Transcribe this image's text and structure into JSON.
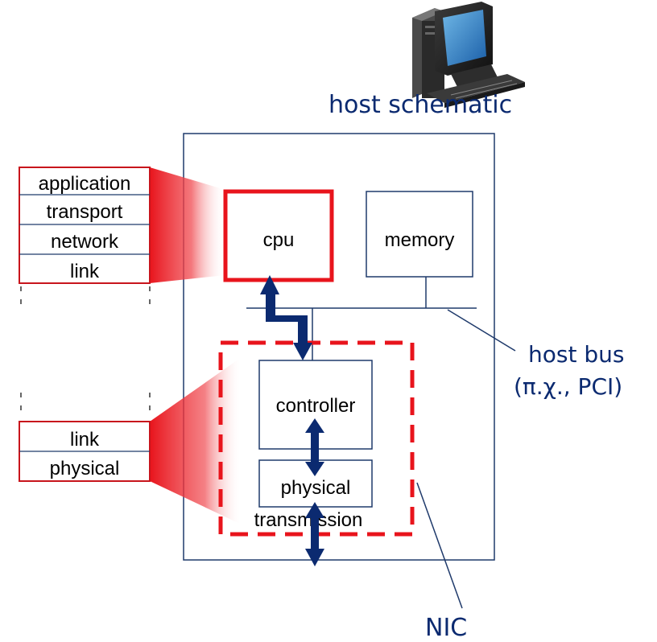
{
  "caption": "host schematic",
  "components": {
    "cpu": "cpu",
    "memory": "memory",
    "controller": "controller",
    "physical": "physical",
    "transmission": "transmission"
  },
  "stack_upper": [
    "application",
    "transport",
    "network",
    "link"
  ],
  "stack_lower": [
    "link",
    "physical"
  ],
  "bus_label_line1": "host bus",
  "bus_label_line2": "(π.χ., PCI)",
  "nic_label": "NIC",
  "colors": {
    "accent_red": "#e8141c",
    "navy": "#0b2a70",
    "outline": "#1f3a6b"
  },
  "icons": {
    "host": "desktop-computer-icon"
  }
}
